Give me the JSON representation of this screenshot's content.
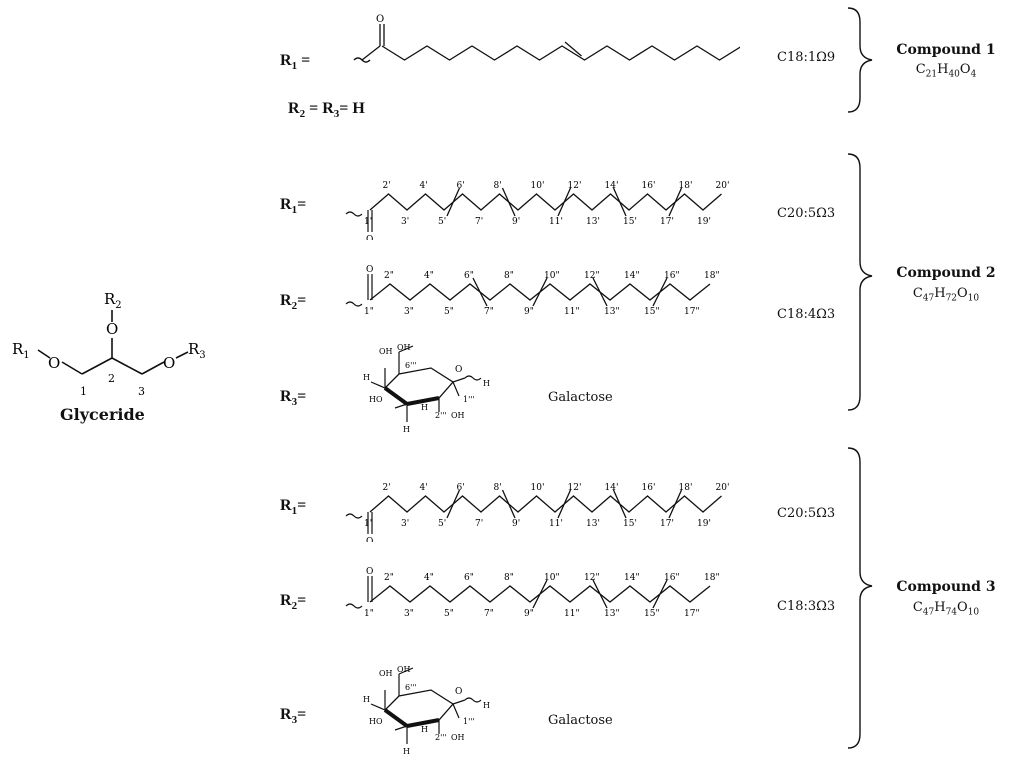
{
  "glyceride": {
    "title": "Glyceride",
    "r1": "R",
    "r1_sub": "1",
    "r2": "R",
    "r2_sub": "2",
    "r3": "R",
    "r3_sub": "3",
    "oxygen": "O",
    "c1": "1",
    "c2": "2",
    "c3": "3"
  },
  "compounds": [
    {
      "name": "Compound 1",
      "formula_parts": [
        "C",
        "21",
        "H",
        "40",
        "O",
        "4"
      ],
      "r1_label": "R",
      "r1_sub": "1",
      "eq": "=",
      "r23_label": "R",
      "r2_sub": "2",
      "r3_sub": "3",
      "h": "H",
      "r1_code": "C18:1Ω9",
      "oxygen": "O"
    },
    {
      "name": "Compound 2",
      "formula_parts": [
        "C",
        "47",
        "H",
        "72",
        "O",
        "10"
      ],
      "r1_label": "R",
      "r1_sub": "1",
      "r2_label": "R",
      "r2_sub": "2",
      "r3_label": "R",
      "r3_sub": "3",
      "eq": "=",
      "r1_code": "C20:5Ω3",
      "r2_code": "C18:4Ω3",
      "sugar": "Galactose",
      "r1_numbers": [
        "1'",
        "2'",
        "3'",
        "4'",
        "5'",
        "6'",
        "7'",
        "8'",
        "9'",
        "10'",
        "11'",
        "12'",
        "13'",
        "14'",
        "15'",
        "16'",
        "17'",
        "18'",
        "19'",
        "20'"
      ],
      "r2_numbers": [
        "1\"",
        "2\"",
        "3\"",
        "4\"",
        "5\"",
        "6\"",
        "7\"",
        "8\"",
        "9\"",
        "10\"",
        "11\"",
        "12\"",
        "13\"",
        "14\"",
        "15\"",
        "16\"",
        "17\"",
        "18\""
      ],
      "oxygen": "O"
    },
    {
      "name": "Compound 3",
      "formula_parts": [
        "C",
        "47",
        "H",
        "74",
        "O",
        "10"
      ],
      "r1_label": "R",
      "r1_sub": "1",
      "r2_label": "R",
      "r2_sub": "2",
      "r3_label": "R",
      "r3_sub": "3",
      "eq": "=",
      "r1_code": "C20:5Ω3",
      "r2_code": "C18:3Ω3",
      "sugar": "Galactose",
      "r1_numbers": [
        "1'",
        "2'",
        "3'",
        "4'",
        "5'",
        "6'",
        "7'",
        "8'",
        "9'",
        "10'",
        "11'",
        "12'",
        "13'",
        "14'",
        "15'",
        "16'",
        "17'",
        "18'",
        "19'",
        "20'"
      ],
      "r2_numbers": [
        "1\"",
        "2\"",
        "3\"",
        "4\"",
        "5\"",
        "6\"",
        "7\"",
        "8\"",
        "9\"",
        "10\"",
        "11\"",
        "12\"",
        "13\"",
        "14\"",
        "15\"",
        "16\"",
        "17\"",
        "18\""
      ],
      "oxygen": "O"
    }
  ],
  "sugar_labels": {
    "oh": "OH",
    "ho": "HO",
    "h": "H",
    "o": "O",
    "c6": "6'''",
    "c2": "2'''",
    "c1": "1'''"
  }
}
